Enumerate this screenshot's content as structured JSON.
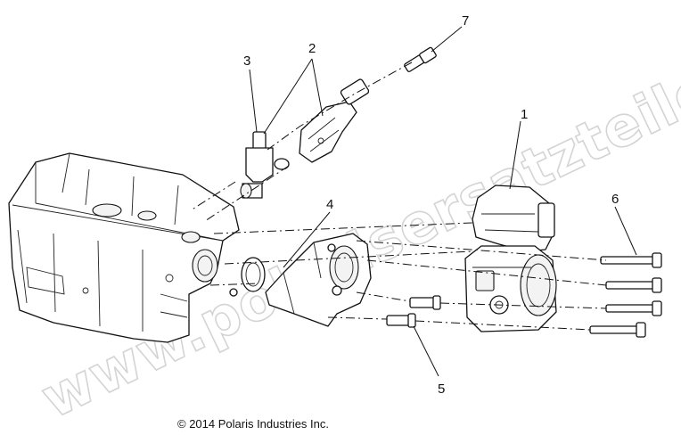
{
  "watermark": "www.polarisersatzteile.de",
  "copyright": "© 2014 Polaris Industries Inc.",
  "callouts": {
    "c1": "1",
    "c2": "2",
    "c3": "3",
    "c4": "4",
    "c5": "5",
    "c6": "6",
    "c7": "7"
  }
}
